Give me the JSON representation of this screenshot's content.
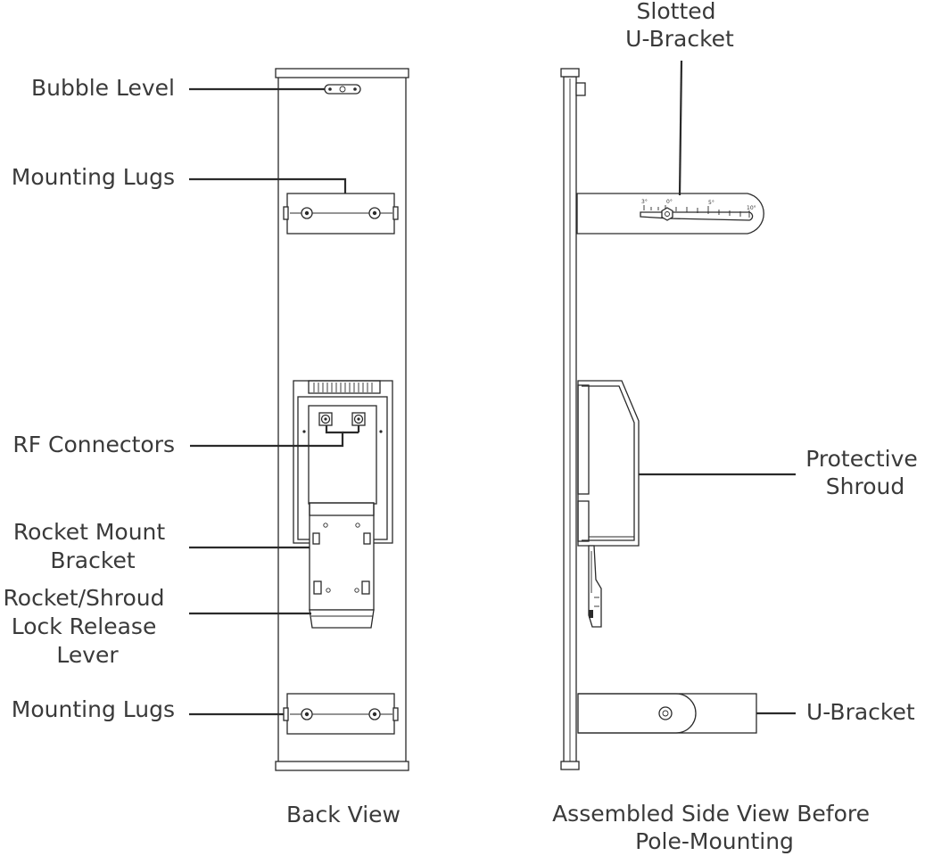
{
  "labels": {
    "bubble_level": "Bubble Level",
    "mounting_lugs_top": "Mounting Lugs",
    "rf_connectors": "RF Connectors",
    "rocket_mount_bracket": [
      "Rocket Mount",
      "Bracket"
    ],
    "lock_release_lever": [
      "Rocket/Shroud",
      "Lock Release",
      "Lever"
    ],
    "mounting_lugs_bottom": "Mounting Lugs",
    "slotted_u_bracket": [
      "Slotted",
      "U-Bracket"
    ],
    "protective_shroud": [
      "Protective",
      "Shroud"
    ],
    "u_bracket": "U-Bracket"
  },
  "captions": {
    "back_view": "Back View",
    "side_view": [
      "Assembled Side View Before",
      "Pole-Mounting"
    ]
  },
  "scale_ticks": [
    "3°",
    "0°",
    "5°",
    "10°"
  ]
}
